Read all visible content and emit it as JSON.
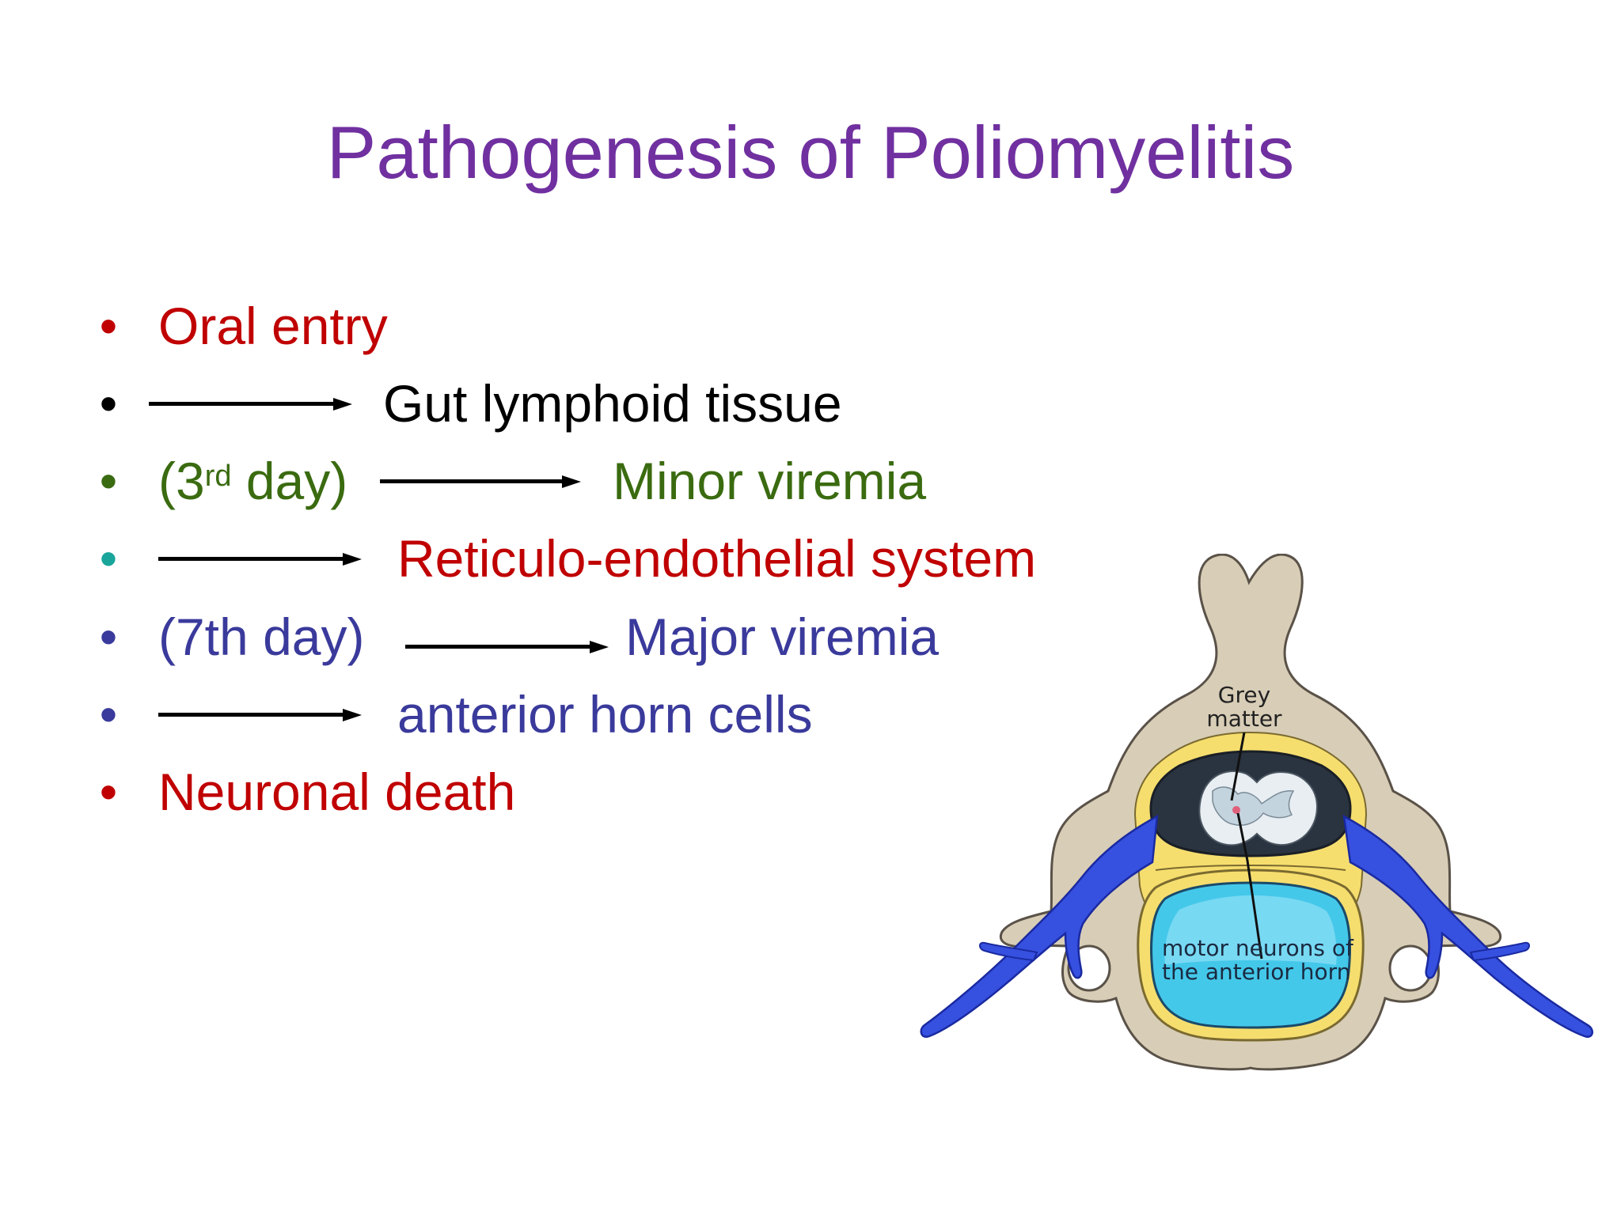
{
  "slide": {
    "title": "Pathogenesis of Poliomyelitis",
    "colors": {
      "title": "#7030a0",
      "red": "#c00000",
      "green": "#3a6b10",
      "blue": "#3a3a9c",
      "teal": "#1aa59b",
      "black": "#000000"
    }
  },
  "bullets": [
    {
      "prefix": "Oral entry",
      "target": "",
      "arrow": false
    },
    {
      "prefix": "",
      "target": "Gut lymphoid tissue",
      "arrow": true
    },
    {
      "prefix": "(3",
      "prefix_sup": "rd",
      "prefix_tail": " day)",
      "target": "Minor viremia",
      "arrow": true
    },
    {
      "prefix": "",
      "target": "Reticulo-endothelial system",
      "arrow": true
    },
    {
      "prefix": "(7th day)",
      "target": "Major viremia",
      "arrow": true
    },
    {
      "prefix": "",
      "target": "anterior horn cells",
      "arrow": true
    },
    {
      "prefix": "Neuronal death",
      "target": "",
      "arrow": false
    }
  ],
  "figure": {
    "label_grey_matter_1": "Grey",
    "label_grey_matter_2": "matter",
    "label_motor_1": "motor neurons of",
    "label_motor_2": "the anterior horn",
    "colors": {
      "bone": "#d8cdb6",
      "bone_outline": "#5a5248",
      "fat": "#f6de6e",
      "csf": "#44c8ea",
      "nerve": "#3650e0",
      "cord_dark": "#2a3340",
      "cord_white": "#e8eef2",
      "grey_matter": "#c4d4de"
    }
  }
}
